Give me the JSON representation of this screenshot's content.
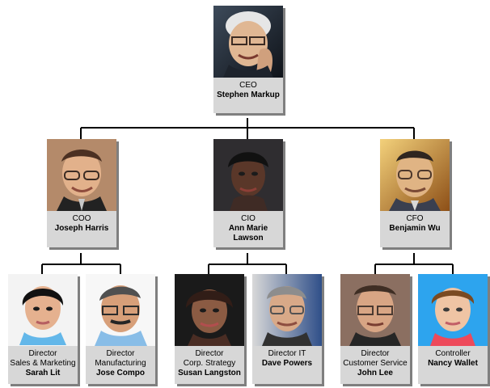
{
  "org_chart": {
    "ceo": {
      "role": "CEO",
      "name": "Stephen Markup"
    },
    "coo": {
      "role": "COO",
      "name": "Joseph Harris"
    },
    "cio": {
      "role": "CIO",
      "name": "Ann Marie\nLawson"
    },
    "cfo": {
      "role": "CFO",
      "name": "Benjamin Wu"
    },
    "director_sales": {
      "role": "Director\nSales & Marketing",
      "name": "Sarah Lit"
    },
    "director_manufacturing": {
      "role": "Director\nManufacturing",
      "name": "Jose Compo"
    },
    "director_corp_strategy": {
      "role": "Director\nCorp. Strategy",
      "name": "Susan Langston"
    },
    "director_it": {
      "role": "Director IT",
      "name": "Dave Powers"
    },
    "director_customer_service": {
      "role": "Director\nCustomer Service",
      "name": "John Lee"
    },
    "controller": {
      "role": "Controller",
      "name": "Nancy Wallet"
    }
  }
}
